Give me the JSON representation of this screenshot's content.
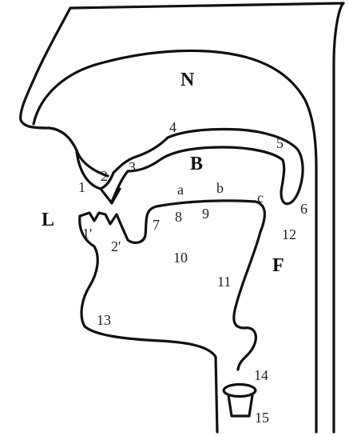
{
  "diagram": {
    "region_labels": {
      "nasal": "N",
      "oral": "B",
      "lips": "L",
      "pharynx": "F"
    },
    "place_labels": {
      "p1": "1",
      "p2": "2",
      "p3": "3",
      "p4": "4",
      "p5": "5",
      "p6": "6",
      "p1p": "1'",
      "p2p": "2'",
      "p7": "7",
      "p8": "8",
      "p9": "9",
      "p10": "10",
      "p11": "11",
      "p12": "12",
      "p13": "13",
      "p14": "14",
      "p15": "15",
      "a": "a",
      "b": "b",
      "c": "c"
    },
    "colors": {
      "line": "#111111",
      "text": "#222222",
      "background": "#ffffff"
    }
  }
}
